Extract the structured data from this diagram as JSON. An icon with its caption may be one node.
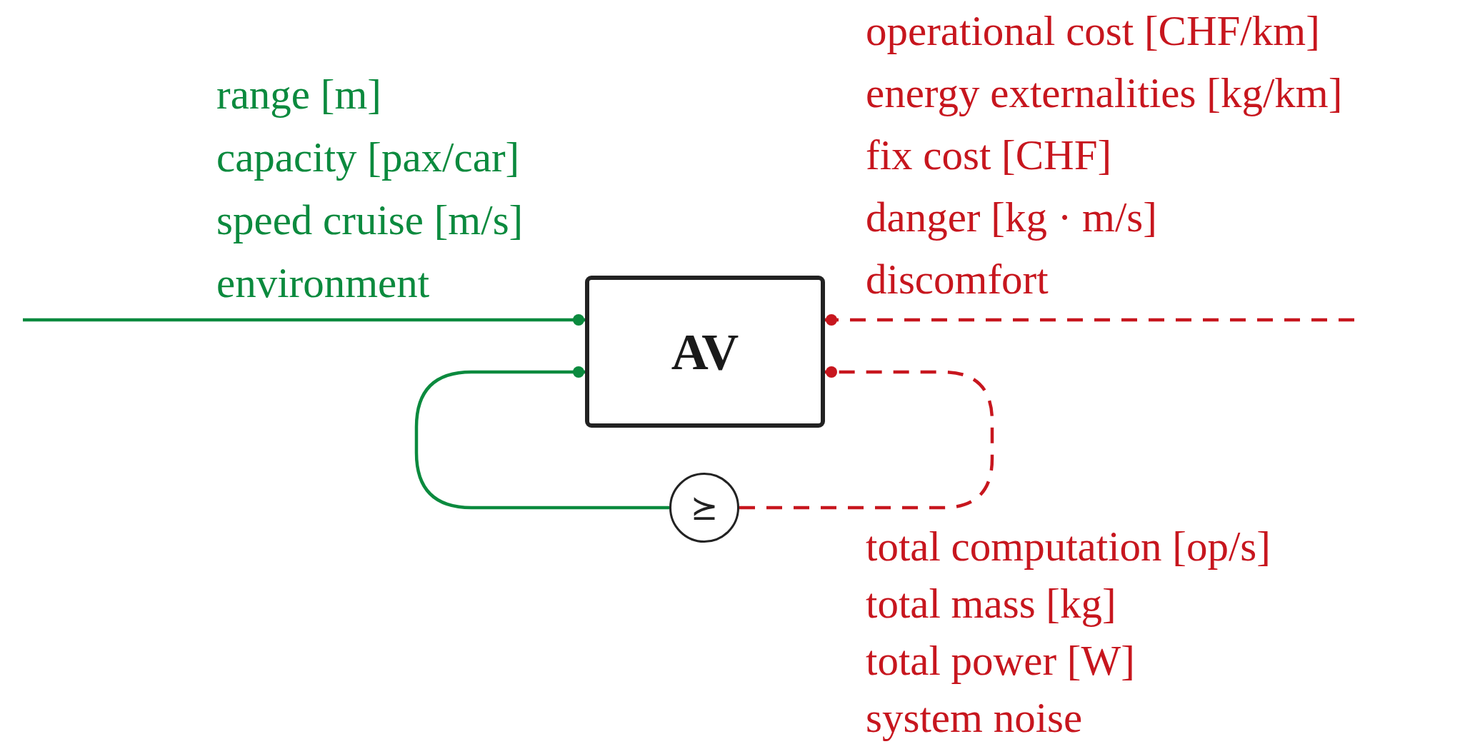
{
  "diagram": {
    "nodes": [
      {
        "text": [
          "AV"
        ]
      },
      {
        "text": [
          "⪰"
        ]
      }
    ],
    "edges": [
      {
        "from": null,
        "to": 0,
        "arrow": "other",
        "color": "#0b8a3e"
      },
      {
        "from": null,
        "to": 0,
        "arrow": "other",
        "style": "dashed",
        "color": "#c7161e"
      },
      {
        "from": 1,
        "to": 0,
        "arrow": "other",
        "color": "#0b8a3e"
      },
      {
        "from": 1,
        "to": 0,
        "arrow": "other",
        "style": "dashed",
        "color": "#c7161e"
      }
    ],
    "labels": [
      "range [m]",
      "capacity [pax/car]",
      "speed cruise [m/s]",
      "environment",
      "operational cost [CHF/km]",
      "energy externalities [kg/km]",
      "fix cost [CHF]",
      "danger [kg · m/s]",
      "discomfort",
      "total computation [op/s]",
      "total mass [kg]",
      "total power [W]",
      "system noise"
    ]
  }
}
